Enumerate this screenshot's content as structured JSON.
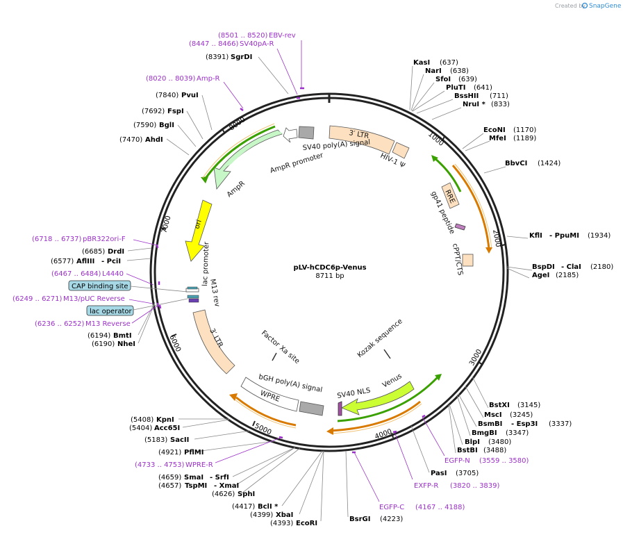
{
  "credit": {
    "prefix": "Created by",
    "brand": "SnapGene"
  },
  "plasmid": {
    "name": "pLV-hCDC6p-Venus",
    "length": "8711 bp"
  },
  "ticks": [
    "1000",
    "2000",
    "3000",
    "4000",
    "5000",
    "6000",
    "7000",
    "8000"
  ],
  "sites": [
    {
      "name": "KasI",
      "pos": "(637)"
    },
    {
      "name": "NarI",
      "pos": "(638)"
    },
    {
      "name": "SfoI",
      "pos": "(639)"
    },
    {
      "name": "PluTI",
      "pos": "(641)"
    },
    {
      "name": "BssHII",
      "pos": "(711)"
    },
    {
      "name": "NruI *",
      "pos": "(833)"
    },
    {
      "name": "EcoNI",
      "pos": "(1170)"
    },
    {
      "name": "MfeI",
      "pos": "(1189)"
    },
    {
      "name": "BbvCI",
      "pos": "(1424)"
    },
    {
      "name": "KflI",
      "name2": "- PpuMI",
      "pos": "(1934)"
    },
    {
      "name": "BspDI",
      "name2": "- ClaI",
      "pos": "(2180)"
    },
    {
      "name": "AgeI",
      "pos": "(2185)"
    },
    {
      "name": "BstXI",
      "pos": "(3145)"
    },
    {
      "name": "MscI",
      "pos": "(3245)"
    },
    {
      "name": "BsmBI",
      "name2": "- Esp3I",
      "pos": "(3337)"
    },
    {
      "name": "BmgBI",
      "pos": "(3347)"
    },
    {
      "name": "BlpI",
      "pos": "(3480)"
    },
    {
      "name": "BstBI",
      "pos": "(3488)"
    },
    {
      "name": "PasI",
      "pos": "(3705)"
    },
    {
      "name": "BsrGI",
      "pos": "(4223)"
    },
    {
      "name": "EcoRI",
      "pos": "(4393)"
    },
    {
      "name": "XbaI",
      "pos": "(4399)"
    },
    {
      "name": "BclI *",
      "pos": "(4417)"
    },
    {
      "name": "SphI",
      "pos": "(4626)"
    },
    {
      "name": "TspMI",
      "name2": "- XmaI",
      "pos": "(4657)"
    },
    {
      "name": "SmaI",
      "name2": "- SrfI",
      "pos": "(4659)"
    },
    {
      "name": "PflMI",
      "pos": "(4921)"
    },
    {
      "name": "SacII",
      "pos": "(5183)"
    },
    {
      "name": "Acc65I",
      "pos": "(5404)"
    },
    {
      "name": "KpnI",
      "pos": "(5408)"
    },
    {
      "name": "NheI",
      "pos": "(6190)"
    },
    {
      "name": "BmtI",
      "pos": "(6194)"
    },
    {
      "name": "AflIII",
      "name2": "- PciI",
      "pos": "(6577)"
    },
    {
      "name": "DrdI",
      "pos": "(6685)"
    },
    {
      "name": "AhdI",
      "pos": "(7470)"
    },
    {
      "name": "BglI",
      "pos": "(7590)"
    },
    {
      "name": "FspI",
      "pos": "(7692)"
    },
    {
      "name": "PvuI",
      "pos": "(7840)"
    },
    {
      "name": "SgrDI",
      "pos": "(8391)"
    }
  ],
  "primers": [
    {
      "range": "(8501 .. 8520)",
      "name": "EBV-rev"
    },
    {
      "range": "(8447 .. 8466)",
      "name": "SV40pA-R"
    },
    {
      "range": "(8020 .. 8039)",
      "name": "Amp-R"
    },
    {
      "range": "(6718 .. 6737)",
      "name": "pBR322ori-F"
    },
    {
      "range": "(6467 .. 6484)",
      "name": "L4440"
    },
    {
      "range": "(6249 .. 6271)",
      "name": "M13/pUC Reverse"
    },
    {
      "range": "(6236 .. 6252)",
      "name": "M13 Reverse"
    },
    {
      "range": "(4733 .. 4753)",
      "name": "WPRE-R"
    },
    {
      "range": "(4167 .. 4188)",
      "name": "EGFP-C"
    },
    {
      "range": "(3820 .. 3839)",
      "name": "EXFP-R"
    },
    {
      "range": "(3559 .. 3580)",
      "name": "EGFP-N"
    }
  ],
  "boxed_labels": [
    "CAP binding site",
    "lac operator"
  ],
  "features": {
    "ltr3_top": "3′ LTR",
    "hiv_psi": "HIV-1 Ψ",
    "sv40_polya": "SV40 poly(A) signal",
    "ampr_promoter": "AmpR promoter",
    "ampr": "AmpR",
    "ori": "ori",
    "rre": "RRE",
    "gp41": "gp41 peptide",
    "cppt": "cPPT/CTS",
    "lac_promoter": "lac promoter",
    "m13_rev": "M13 rev",
    "ltr3_bottom": "3′ LTR",
    "factor_xa": "Factor Xa site",
    "kozak": "Kozak sequence",
    "bgh": "bGH poly(A) signal",
    "wpre": "WPRE",
    "sv40_nls": "SV40 NLS",
    "venus": "Venus"
  },
  "colors": {
    "backbone": "#222222",
    "ltr": "#fde0bf",
    "ampr": "#c7f7c7",
    "ori": "#ffff00",
    "venus": "#ccff33",
    "grey_feature": "#a9a9a9",
    "primer": "#9b30c8",
    "arrow_green": "#3aa000",
    "arrow_orange": "#d97a00",
    "boxed_fill": "#a6d8e6"
  }
}
